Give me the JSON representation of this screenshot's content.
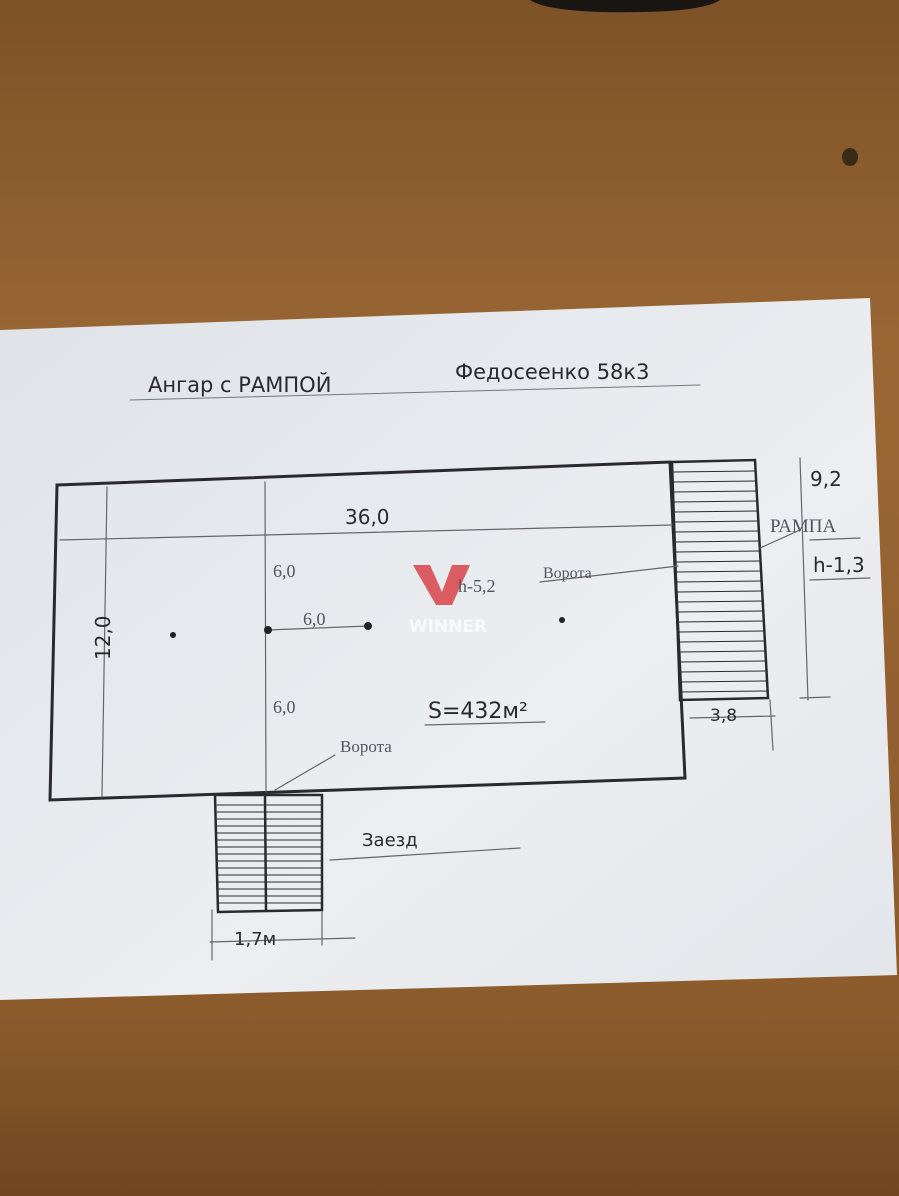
{
  "title": "Ангар с РАМПОЙ",
  "address": "Федосеенко 58к3",
  "dimensions": {
    "length": "36,0",
    "width": "12,0",
    "half_width_top": "6,0",
    "column_spacing": "6,0",
    "half_width_bottom": "6,0",
    "ceiling_height": "h-5,2",
    "area": "S=432м²",
    "ramp_length": "9,2",
    "ramp_height": "h-1,3",
    "ramp_width": "3,8",
    "entry_width": "1,7м"
  },
  "labels": {
    "gate_ramp": "Ворота",
    "gate_entry": "Ворота",
    "ramp": "РАМПА",
    "entry": "Заезд"
  },
  "watermark": "WINNER",
  "colors": {
    "wood": "#8a5a2b",
    "paper": "#e9ecef",
    "pencil": "#2a2a2e",
    "watermark": "#d9434a"
  }
}
